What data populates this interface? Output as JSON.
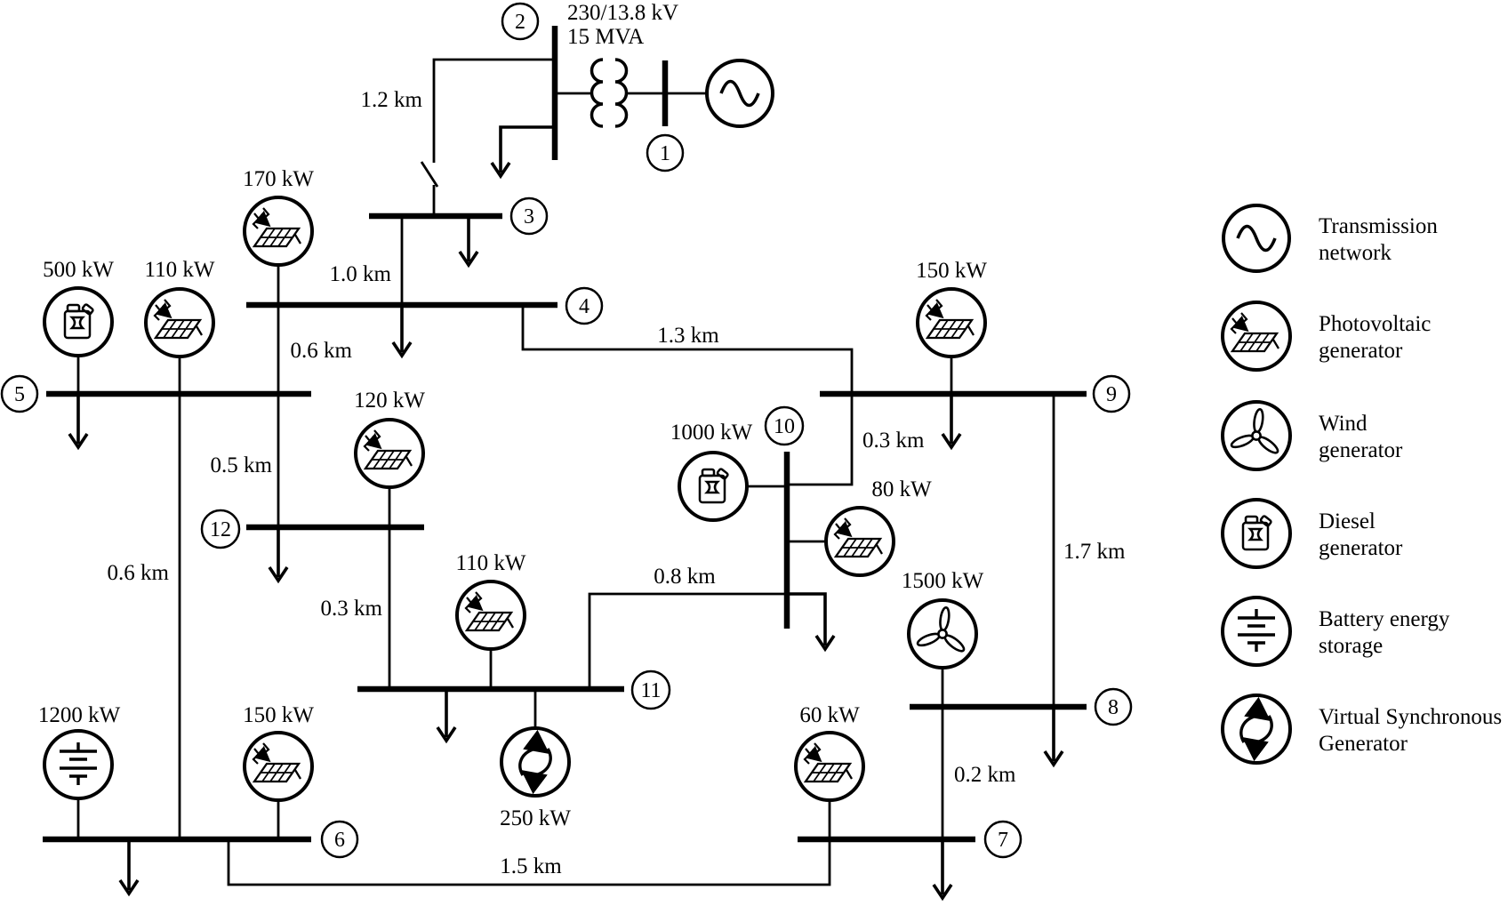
{
  "transformer": {
    "voltage": "230/13.8 kV",
    "rating": "15 MVA"
  },
  "buses": [
    {
      "id": "1"
    },
    {
      "id": "2"
    },
    {
      "id": "3"
    },
    {
      "id": "4"
    },
    {
      "id": "5"
    },
    {
      "id": "6"
    },
    {
      "id": "7"
    },
    {
      "id": "8"
    },
    {
      "id": "9"
    },
    {
      "id": "10"
    },
    {
      "id": "11"
    },
    {
      "id": "12"
    }
  ],
  "lines": [
    {
      "from": "2",
      "to": "3",
      "length": "1.2 km"
    },
    {
      "from": "3",
      "to": "4",
      "length": "1.0 km"
    },
    {
      "from": "4",
      "to": "5",
      "length": "0.6 km"
    },
    {
      "from": "4",
      "to": "9",
      "length": "1.3 km"
    },
    {
      "from": "5",
      "to": "12",
      "length": "0.5 km"
    },
    {
      "from": "5",
      "to": "6",
      "length": "0.6 km"
    },
    {
      "from": "12",
      "to": "11",
      "length": "0.3 km"
    },
    {
      "from": "11",
      "to": "10",
      "length": "0.8 km"
    },
    {
      "from": "9",
      "to": "10",
      "length": "0.3 km"
    },
    {
      "from": "9",
      "to": "8",
      "length": "1.7 km"
    },
    {
      "from": "8",
      "to": "7",
      "length": "0.2 km"
    },
    {
      "from": "6",
      "to": "7",
      "length": "1.5 km"
    }
  ],
  "generators": [
    {
      "type": "photovoltaic",
      "bus": "4",
      "power": "170 kW"
    },
    {
      "type": "diesel",
      "bus": "5",
      "power": "500 kW"
    },
    {
      "type": "photovoltaic",
      "bus": "5",
      "power": "110 kW"
    },
    {
      "type": "photovoltaic",
      "bus": "12",
      "power": "120 kW"
    },
    {
      "type": "photovoltaic",
      "bus": "11",
      "power": "110 kW"
    },
    {
      "type": "virtual-synchronous-generator",
      "bus": "11",
      "power": "250 kW"
    },
    {
      "type": "diesel",
      "bus": "10",
      "power": "1000 kW"
    },
    {
      "type": "photovoltaic",
      "bus": "10",
      "power": "80 kW"
    },
    {
      "type": "photovoltaic",
      "bus": "9",
      "power": "150 kW"
    },
    {
      "type": "wind",
      "bus": "8",
      "power": "1500 kW"
    },
    {
      "type": "photovoltaic",
      "bus": "7",
      "power": "60 kW"
    },
    {
      "type": "battery",
      "bus": "6",
      "power": "1200 kW"
    },
    {
      "type": "photovoltaic",
      "bus": "6",
      "power": "150 kW"
    }
  ],
  "loads_at_buses": [
    "2",
    "3",
    "4",
    "5",
    "6",
    "7",
    "8",
    "9",
    "10",
    "11",
    "12"
  ],
  "legend": {
    "items": [
      {
        "icon": "transmission-network-icon",
        "line1": "Transmission",
        "line2": "network"
      },
      {
        "icon": "photovoltaic-generator-icon",
        "line1": "Photovoltaic",
        "line2": "generator"
      },
      {
        "icon": "wind-generator-icon",
        "line1": "Wind",
        "line2": "generator"
      },
      {
        "icon": "diesel-generator-icon",
        "line1": "Diesel",
        "line2": "generator"
      },
      {
        "icon": "battery-energy-storage-icon",
        "line1": "Battery energy",
        "line2": "storage"
      },
      {
        "icon": "virtual-synchronous-generator-icon",
        "line1": "Virtual Synchronous",
        "line2": "Generator"
      }
    ]
  }
}
